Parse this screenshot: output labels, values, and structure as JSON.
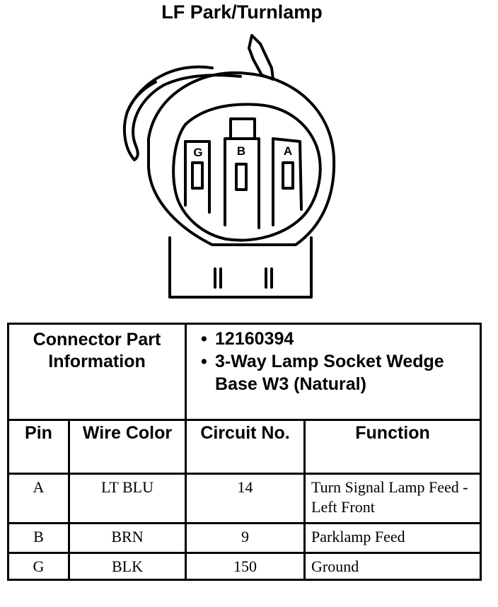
{
  "title": "LF Park/Turnlamp",
  "connector_diagram": {
    "pin_labels": [
      "G",
      "B",
      "A"
    ]
  },
  "connector_info": {
    "label": "Connector Part Information",
    "details": [
      "12160394",
      "3-Way Lamp Socket Wedge Base W3 (Natural)"
    ]
  },
  "table": {
    "headers": {
      "pin": "Pin",
      "wire_color": "Wire Color",
      "circuit": "Circuit No.",
      "function": "Function"
    },
    "rows": [
      {
        "pin": "A",
        "wire_color": "LT BLU",
        "circuit": "14",
        "function": "Turn Signal Lamp Feed - Left Front"
      },
      {
        "pin": "B",
        "wire_color": "BRN",
        "circuit": "9",
        "function": "Parklamp Feed"
      },
      {
        "pin": "G",
        "wire_color": "BLK",
        "circuit": "150",
        "function": "Ground"
      }
    ]
  }
}
